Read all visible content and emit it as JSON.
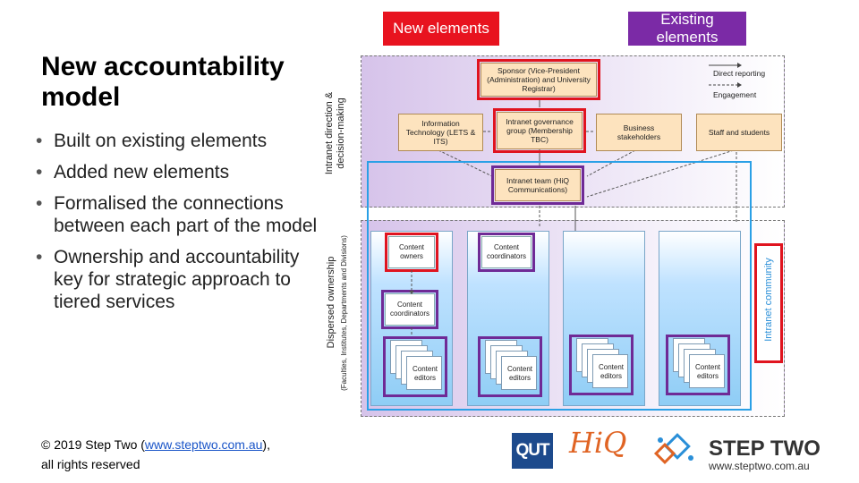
{
  "slide": {
    "title": "New accountability model",
    "bullets": [
      "Built on existing elements",
      "Added new elements",
      "Formalised the connections between each part of the model",
      "Ownership and accountability key for strategic approach to tiered services"
    ],
    "copyright_prefix": "© 2019 Step Two (",
    "copyright_link": "www.steptwo.com.au",
    "copyright_suffix": "),",
    "copyright_line2": "all rights reserved"
  },
  "legend": {
    "new_label": "New elements",
    "existing_label": "Existing elements",
    "new_color": "#e8131f",
    "existing_color": "#7b2aa6"
  },
  "diagram": {
    "key_direct": "Direct reporting",
    "key_engagement": "Engagement",
    "section_top_label": "Intranet direction & decision-making",
    "section_bottom_label": "Dispersed ownership",
    "section_bottom_sublabel": "(Faculties, Institutes, Departments and Divisions)",
    "sponsor": "Sponsor (Vice-President (Administration) and University Registrar)",
    "it": "Information Technology (LETS & ITS)",
    "governance": "Intranet governance group (Membership TBC)",
    "business": "Business stakeholders",
    "staff": "Staff and students",
    "intranet_team": "Intranet team (HiQ Communications)",
    "content_owners": "Content owners",
    "content_coordinators_1": "Content coordinators",
    "content_coordinators_2": "Content coordinators",
    "content_editors": "Content editors",
    "community": "Intranet community"
  },
  "logos": {
    "qut": "QUT",
    "hiq": "HiQ",
    "steptwo": "STEP TWO",
    "steptwo_url": "www.steptwo.com.au"
  }
}
